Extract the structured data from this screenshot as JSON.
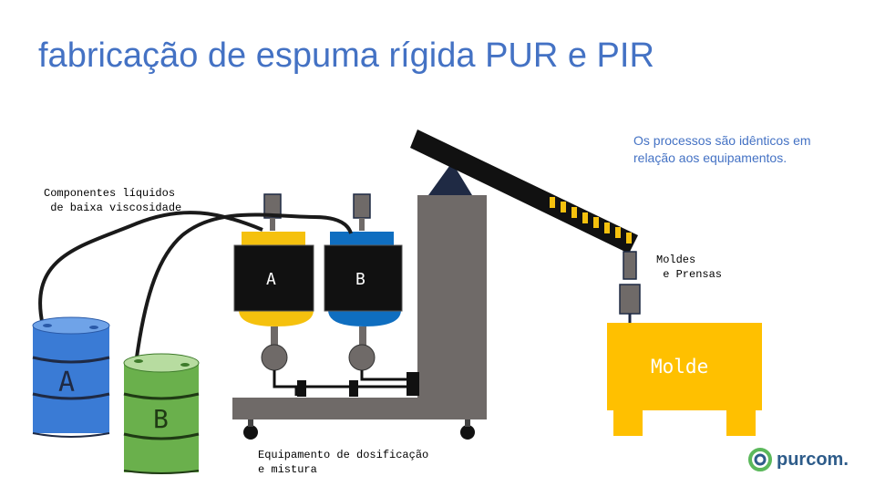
{
  "title": "fabricação de espuma rígida PUR e PIR",
  "note": "Os processos são idênticos em relação aos equipamentos.",
  "labels": {
    "components": "Componentes líquidos\n de baixa viscosidade",
    "moldes": "Moldes\n e Prensas",
    "equipment": "Equipamento de dosificação\ne mistura"
  },
  "tank_a": "A",
  "tank_b": "B",
  "drum_a": "A",
  "drum_b": "B",
  "mold": "Molde",
  "logo": {
    "text": "purcom."
  },
  "colors": {
    "title": "#4472c4",
    "drum_a": "#3a7bd5",
    "drum_b": "#6ab04c",
    "tank_a_base": "#f5c10e",
    "tank_b_base": "#0f6ec0",
    "mold": "#ffc000",
    "frame": "#6f6a68",
    "hose": "#1a1a1a"
  }
}
